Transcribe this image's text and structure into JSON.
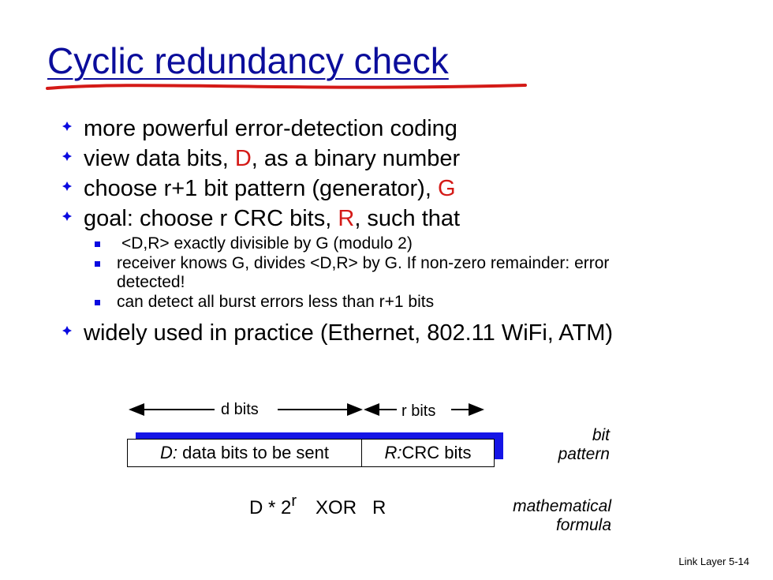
{
  "slide": {
    "title": "Cyclic redundancy check",
    "bullets": [
      {
        "text": "more powerful error-detection coding"
      },
      {
        "pre": "view data bits, ",
        "red": "D",
        "post": ", as a binary number"
      },
      {
        "pre": "choose r+1 bit pattern (generator), ",
        "red": "G",
        "post": ""
      },
      {
        "pre": "goal: choose r CRC bits, ",
        "red": "R",
        "post": ", such that"
      }
    ],
    "sub_bullets": [
      "<D,R> exactly divisible by G (modulo 2)",
      "receiver knows G, divides <D,R> by G.  If non-zero remainder: error detected!",
      "can detect all burst errors less than r+1 bits"
    ],
    "last_bullet": "widely used in practice (Ethernet, 802.11 WiFi, ATM)",
    "diagram": {
      "d_bits_label": "d bits",
      "r_bits_label": "r bits",
      "left_cell_prefix": "D:",
      "left_cell_text": "data bits to be sent",
      "right_cell_prefix": "R:",
      "right_cell_text": "CRC bits",
      "bit_pattern_line1": "bit",
      "bit_pattern_line2": "pattern",
      "formula_base": "D * 2",
      "formula_exp": "r",
      "formula_rest": "XOR   R",
      "math_line1": "mathematical",
      "math_line2": "formula"
    },
    "footer": "Link Layer  5-14",
    "colors": {
      "title": "#0b0d9b",
      "accent_red": "#d41a17",
      "bar_blue": "#1515e6",
      "bullet_blue": "#0a0ae0"
    }
  }
}
